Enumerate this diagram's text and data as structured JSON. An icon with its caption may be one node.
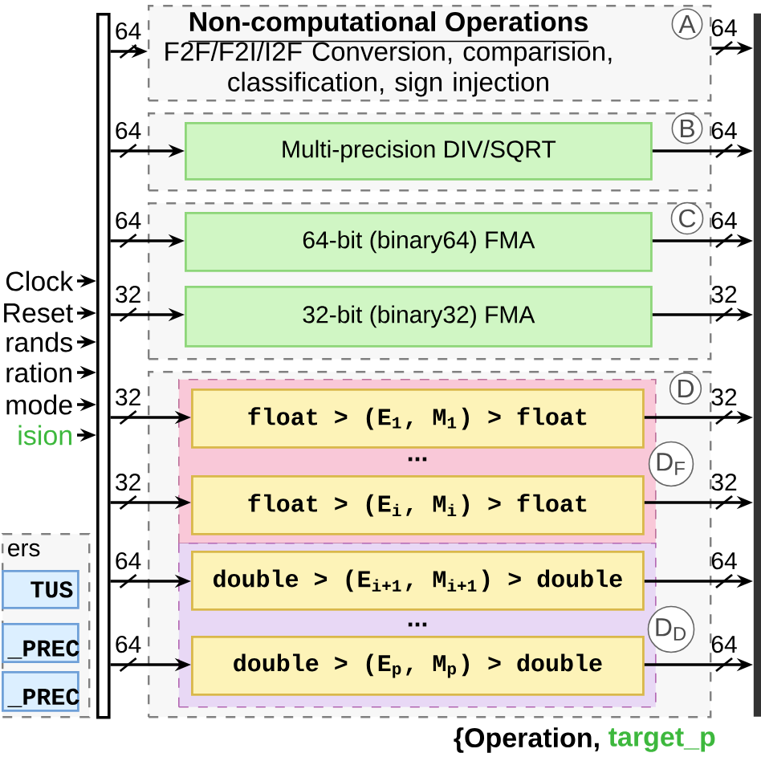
{
  "diagram": {
    "nodes": [
      {
        "text": [
          "Non-computational Operations",
          "F2F/F2I/I2F Conversion, comparision, classification, sign injection",
          "A"
        ]
      },
      {
        "text": [
          "B"
        ]
      },
      {
        "text": [
          "Multi-precision DIV/SQRT"
        ],
        "in": 1
      },
      {
        "text": [
          "C"
        ]
      },
      {
        "text": [
          "64-bit (binary64) FMA"
        ],
        "in": 3
      },
      {
        "text": [
          "32-bit (binary32) FMA"
        ],
        "in": 3
      },
      {
        "text": [
          "D"
        ]
      },
      {
        "text": [
          "D$_{F}$"
        ],
        "in": 6
      },
      {
        "text": [
          "float > (E$_{1}$, M$_{1}$) > float"
        ],
        "in": 7
      },
      {
        "text": [
          "float > (E$_{i}$, M$_{i}$) > float"
        ],
        "in": 7
      },
      {
        "text": [
          "D$_{D}$"
        ],
        "in": 6
      },
      {
        "text": [
          "double > (E$_{i+1}$, M$_{i+1}$) > double"
        ],
        "in": 10
      },
      {
        "text": [
          "double > (E$_{p}$, M$_{p}$) > double"
        ],
        "in": 10
      },
      {
        "text": [
          "ers"
        ]
      },
      {
        "text": [
          "TUS"
        ],
        "in": 13
      },
      {
        "text": [
          "_PREC"
        ],
        "in": 13
      },
      {
        "text": [
          "_PREC"
        ],
        "in": 13
      },
      {
        "text": [],
        "shape": "bar"
      },
      {
        "text": [],
        "shape": "bar"
      },
      {
        "text": [
          "Clock"
        ]
      },
      {
        "text": [
          "Reset"
        ]
      },
      {
        "text": [
          "rands"
        ]
      },
      {
        "text": [
          "ration"
        ]
      },
      {
        "text": [
          "mode"
        ]
      },
      {
        "text": [
          "ision"
        ]
      }
    ],
    "edges": [
      {
        "from": 17,
        "to": 0,
        "arrow": "to",
        "label": "64"
      },
      {
        "from": 17,
        "to": 2,
        "arrow": "to",
        "label": "64"
      },
      {
        "from": 17,
        "to": 4,
        "arrow": "to",
        "label": "64"
      },
      {
        "from": 17,
        "to": 5,
        "arrow": "to",
        "label": "32"
      },
      {
        "from": 17,
        "to": 8,
        "arrow": "to",
        "label": "32"
      },
      {
        "from": 17,
        "to": 9,
        "arrow": "to",
        "label": "32"
      },
      {
        "from": 17,
        "to": 11,
        "arrow": "to",
        "label": "64"
      },
      {
        "from": 17,
        "to": 12,
        "arrow": "to",
        "label": "64"
      },
      {
        "from": 0,
        "to": 18,
        "arrow": "to",
        "label": "64"
      },
      {
        "from": 2,
        "to": 18,
        "arrow": "to",
        "label": "64"
      },
      {
        "from": 4,
        "to": 18,
        "arrow": "to",
        "label": "64"
      },
      {
        "from": 5,
        "to": 18,
        "arrow": "to",
        "label": "32"
      },
      {
        "from": 8,
        "to": 18,
        "arrow": "to",
        "label": "32"
      },
      {
        "from": 9,
        "to": 18,
        "arrow": "to",
        "label": "32"
      },
      {
        "from": 11,
        "to": 18,
        "arrow": "to",
        "label": "64"
      },
      {
        "from": 12,
        "to": 18,
        "arrow": "to",
        "label": "64"
      },
      {
        "from": 19,
        "to": 17,
        "arrow": "to"
      },
      {
        "from": 20,
        "to": 17,
        "arrow": "to"
      },
      {
        "from": 21,
        "to": 17,
        "arrow": "to"
      },
      {
        "from": 22,
        "to": 17,
        "arrow": "to"
      },
      {
        "from": 23,
        "to": 17,
        "arrow": "to"
      },
      {
        "from": 24,
        "to": 17,
        "arrow": "to"
      }
    ],
    "labels": [
      "...",
      "...",
      "{Operation,",
      "target_p"
    ]
  }
}
